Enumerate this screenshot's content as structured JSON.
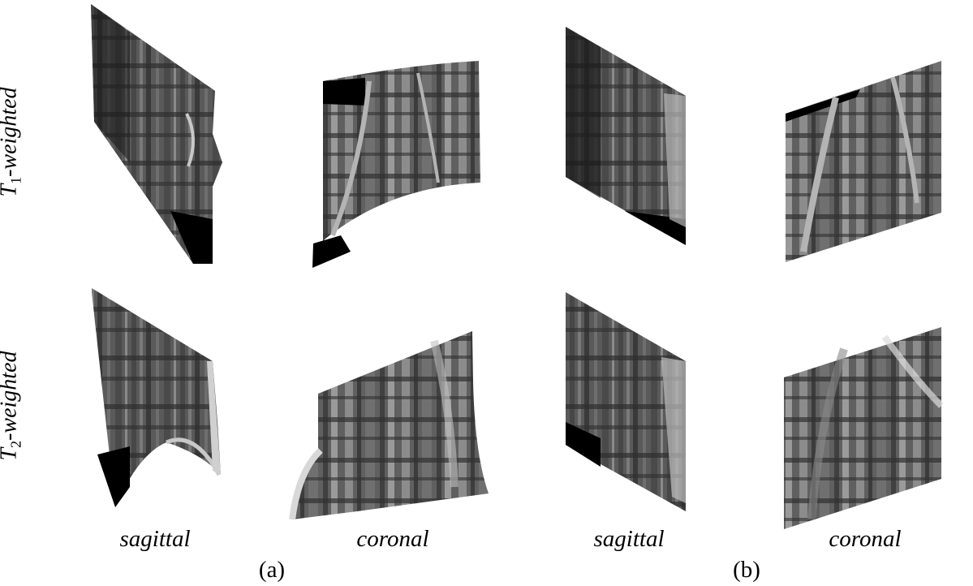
{
  "rows": [
    {
      "var": "T",
      "sub": "1",
      "rest": "-weighted"
    },
    {
      "var": "T",
      "sub": "2",
      "rest": "-weighted"
    }
  ],
  "columns": [
    "sagittal",
    "coronal",
    "sagittal",
    "coronal"
  ],
  "panels": [
    "(a)",
    "(b)"
  ]
}
